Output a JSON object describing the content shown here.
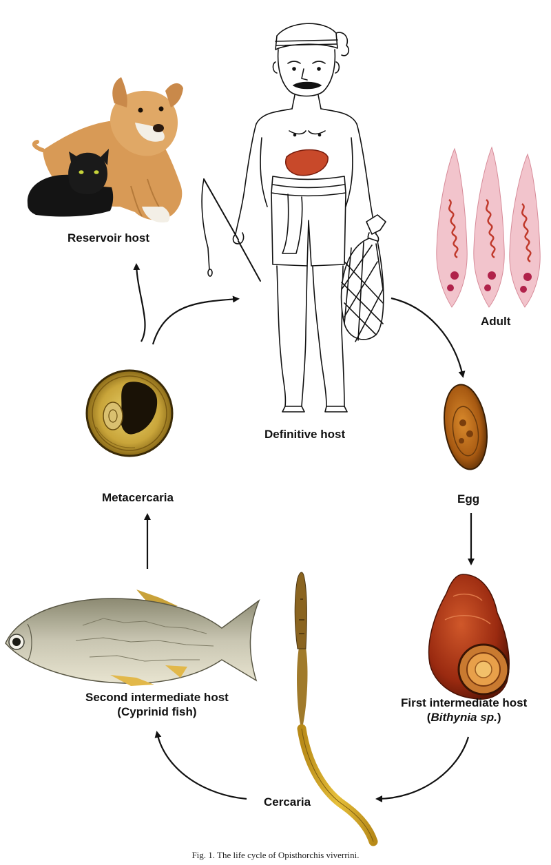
{
  "header": "",
  "nodes": {
    "reservoir_host": "Reservoir host",
    "definitive_host": "Definitive host",
    "adult": "Adult",
    "egg": "Egg",
    "first_intermediate_line1": "First intermediate host",
    "first_intermediate_line2": "Bithynia sp.",
    "cercaria": "Cercaria",
    "second_intermediate_line1": "Second intermediate host",
    "second_intermediate_line2": "(Cyprinid fish)",
    "metacercaria": "Metacercaria"
  },
  "icons": {
    "man": "human-figure-icon",
    "dog": "dog-icon",
    "cat": "cat-icon",
    "adult": "adult-fluke-icon",
    "egg": "egg-icon",
    "snail": "snail-icon",
    "cercaria": "cercaria-icon",
    "fish": "fish-icon",
    "metacercaria": "metacercaria-cyst-icon"
  },
  "caption": "Fig. 1. The life cycle of Opisthorchis viverrini."
}
